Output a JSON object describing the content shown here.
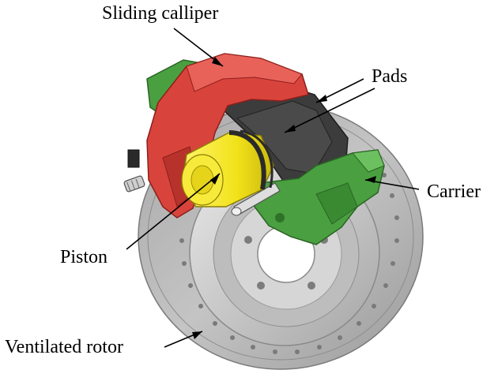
{
  "labels": {
    "sliding_calliper": "Sliding calliper",
    "pads": "Pads",
    "carrier": "Carrier",
    "piston": "Piston",
    "ventilated_rotor": "Ventilated rotor"
  },
  "colors": {
    "calliper": "#d8443c",
    "calliper_dark": "#a82a26",
    "carrier": "#4aa040",
    "carrier_dark": "#2e7228",
    "piston": "#f2e21a",
    "piston_dark": "#b9a90a",
    "pads": "#3a3a3a",
    "rotor": "#b4b4b4",
    "rotor_dark": "#8a8a8a",
    "rotor_light": "#d9d9d9"
  }
}
